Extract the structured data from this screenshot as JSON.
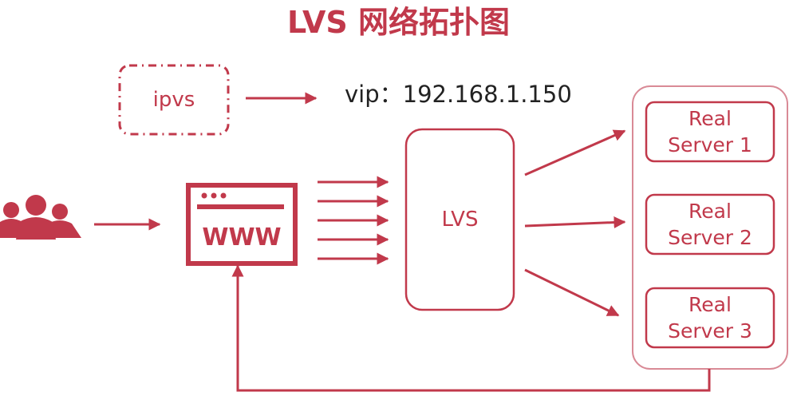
{
  "title": "LVS 网络拓扑图",
  "ipvs_label": "ipvs",
  "vip_label": "vip：192.168.1.150",
  "www_label": "WWW",
  "lvs_label": "LVS",
  "real_servers": [
    {
      "line1": "Real",
      "line2": "Server 1"
    },
    {
      "line1": "Real",
      "line2": "Server 2"
    },
    {
      "line1": "Real",
      "line2": "Server 3"
    }
  ],
  "colors": {
    "accent": "#c1394b",
    "text": "#222222"
  },
  "icons": [
    "users-icon",
    "browser-www-icon"
  ]
}
